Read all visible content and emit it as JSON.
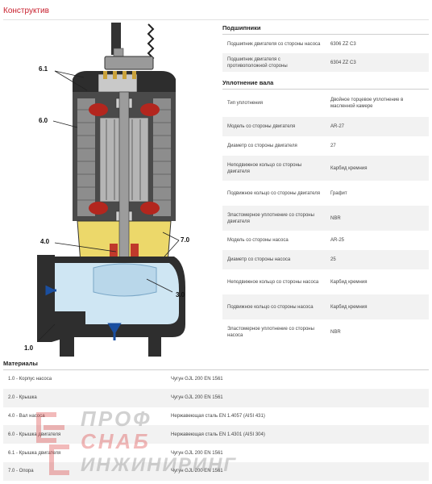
{
  "section_title": "Конструктив",
  "bearings": {
    "title": "Подшипники",
    "rows": [
      {
        "label": "Подшипник двигателя со стороны насоса",
        "value": "6306 ZZ C3"
      },
      {
        "label": "Подшипник двигателя с противоположной стороны",
        "value": "6304 ZZ C3"
      }
    ]
  },
  "seal": {
    "title": "Уплотнение вала",
    "rows": [
      {
        "label": "Тип уплотнения",
        "value": "Двойное торцевое уплотнение в масленной камере"
      },
      {
        "label": "Модель со стороны двигателя",
        "value": "AR-27"
      },
      {
        "label": "Диаметр со стороны двигателя",
        "value": "27"
      },
      {
        "label": "Неподвижное кольцо со стороны двигателя",
        "value": "Карбид кремния"
      },
      {
        "label": "Подвижное кольцо со стороны двигателя",
        "value": "Графит"
      },
      {
        "label": "Эластомерное уплотнение со стороны двигателя",
        "value": "NBR"
      },
      {
        "label": "Модель со стороны насоса",
        "value": "AR-25"
      },
      {
        "label": "Диаметр со стороны насоса",
        "value": "25"
      },
      {
        "label": "Неподвижное кольцо со стороны насоса",
        "value": "Карбид кремния"
      },
      {
        "label": "Подвижное кольцо со стороны насоса",
        "value": "Карбид кремния"
      },
      {
        "label": "Эластомерное уплотнение со стороны насоса",
        "value": "NBR"
      }
    ]
  },
  "materials": {
    "title": "Материалы",
    "rows": [
      {
        "label": "1.0 - Корпус насоса",
        "value": "Чугун GJL 200 EN 1561"
      },
      {
        "label": "2.0 - Крышка",
        "value": "Чугун GJL 200 EN 1561"
      },
      {
        "label": "4.0 - Вал насоса",
        "value": "Нержавеющая сталь EN 1.4057 (AISI 431)"
      },
      {
        "label": "6.0 - Крышка двигателя",
        "value": "Нержавеющая сталь EN 1.4301 (AISI 304)"
      },
      {
        "label": "6.1 - Крышка двигателя",
        "value": "Чугун GJL 200 EN 1561"
      },
      {
        "label": "7.0 - Опора",
        "value": "Чугун GJL 200 EN 1561"
      }
    ]
  },
  "diagram_labels": {
    "l61": "6.1",
    "l60": "6.0",
    "l40": "4.0",
    "l70": "7.0",
    "l30": "3.0",
    "l10": "1.0"
  },
  "watermark": {
    "line1": "ПРОФ",
    "line2": "СНАБ",
    "line3": "ИНЖИНИРИНГ"
  },
  "colors": {
    "accent": "#c8202e",
    "water": "#cfe6f3",
    "oil": "#ecd86a",
    "flow_arrow": "#1a4fa0"
  }
}
